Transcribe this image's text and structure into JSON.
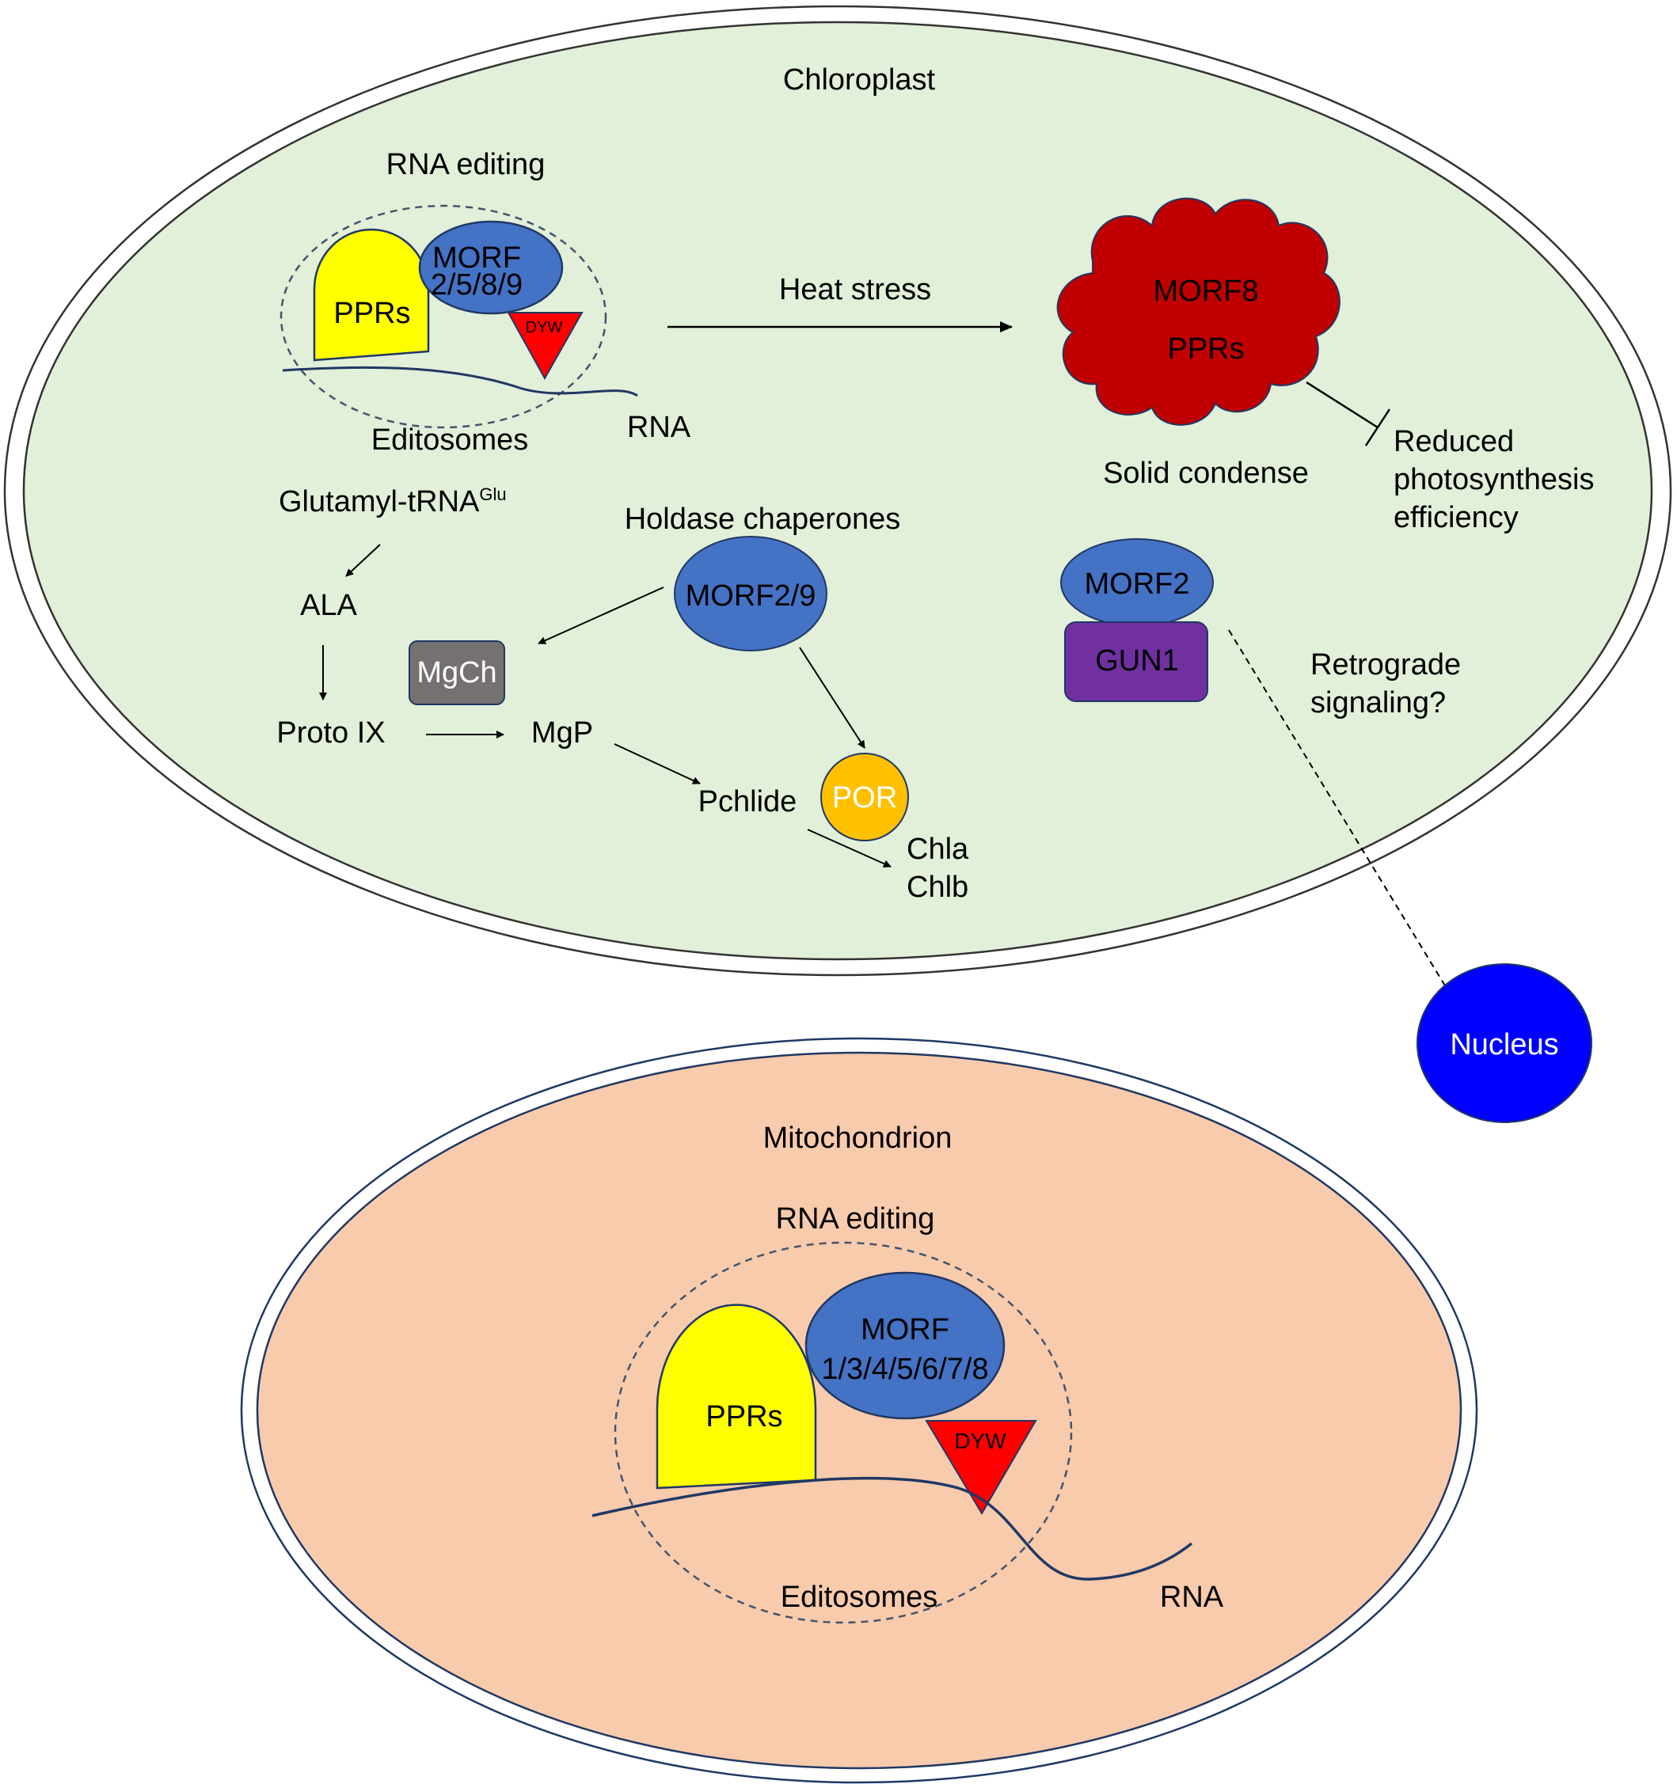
{
  "colors": {
    "chloroplast_fill": "#e2efd9",
    "mitochondrion_fill": "#f8cbad",
    "morf_blue": "#4472c4",
    "ppr_yellow": "#ffff00",
    "dyw_red": "#ff0000",
    "condensate_red": "#c00000",
    "gun1_purple": "#7030a0",
    "mgch_gray": "#767171",
    "por_orange": "#ffc000",
    "nucleus_blue": "#0000ff",
    "outline": "#203864"
  },
  "chloroplast": {
    "title": "Chloroplast",
    "rna_editing": {
      "heading": "RNA editing",
      "ppr_label": "PPRs",
      "morf_line1": "MORF",
      "morf_line2": "2/5/8/9",
      "dyw_label": "DYW",
      "editosome_label": "Editosomes",
      "rna_label": "RNA"
    },
    "heat_stress": {
      "arrow_label": "Heat stress",
      "condensate_line1": "MORF8",
      "condensate_line2": "PPRs",
      "condensate_caption": "Solid condense",
      "effect_lines": [
        "Reduced",
        "photosynthesis",
        "efficiency"
      ]
    },
    "tetrapyrrole": {
      "precursor": "Glutamyl-tRNA",
      "precursor_superscript": "Glu",
      "ala": "ALA",
      "proto": "Proto IX",
      "mgp": "MgP",
      "pchlide": "Pchlide",
      "chla": "Chla",
      "chlb": "Chlb",
      "mgch": "MgCh",
      "por": "POR",
      "chaperone_heading": "Holdase chaperones",
      "chaperone_morf": "MORF2/9"
    },
    "retrograde": {
      "morf": "MORF2",
      "gun1": "GUN1",
      "label_line1": "Retrograde",
      "label_line2": "signaling?"
    }
  },
  "nucleus": {
    "label": "Nucleus"
  },
  "mitochondrion": {
    "title": "Mitochondrion",
    "rna_editing": {
      "heading": "RNA editing",
      "ppr_label": "PPRs",
      "morf_line1": "MORF",
      "morf_line2": "1/3/4/5/6/7/8",
      "dyw_label": "DYW",
      "editosome_label": "Editosomes",
      "rna_label": "RNA"
    }
  }
}
